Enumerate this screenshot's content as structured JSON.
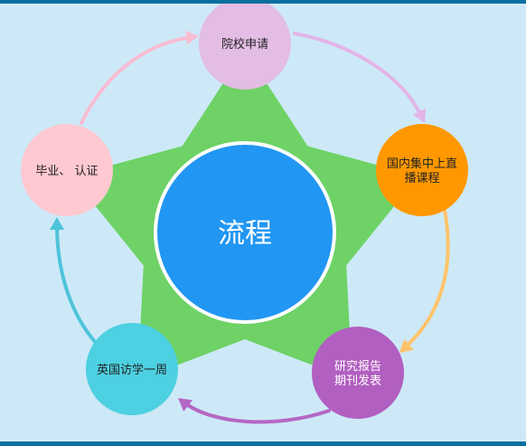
{
  "center": {
    "label": "流程",
    "color": "#2196f3"
  },
  "star_color": "#6ed266",
  "steps": [
    {
      "id": "apply",
      "lines": [
        "院校申请"
      ],
      "color": "#e3bde3"
    },
    {
      "id": "live",
      "lines": [
        "国内集中上直",
        "播课程"
      ],
      "color": "#ff9800"
    },
    {
      "id": "report",
      "lines": [
        "研究报告",
        "期刊发表"
      ],
      "color": "#b15fc0"
    },
    {
      "id": "visit",
      "lines": [
        "英国访学一周"
      ],
      "color": "#4dd0e1"
    },
    {
      "id": "grad",
      "lines": [
        "毕业、 认证"
      ],
      "color": "#ffc9d1"
    }
  ],
  "arrows": [
    {
      "from": "grad",
      "to": "apply",
      "color": "#f8bcd3"
    },
    {
      "from": "apply",
      "to": "live",
      "color": "#e3b4e8"
    },
    {
      "from": "live",
      "to": "report",
      "color": "#ffc46a"
    },
    {
      "from": "report",
      "to": "visit",
      "color": "#b567c4"
    },
    {
      "from": "visit",
      "to": "grad",
      "color": "#4fc3d9"
    }
  ]
}
